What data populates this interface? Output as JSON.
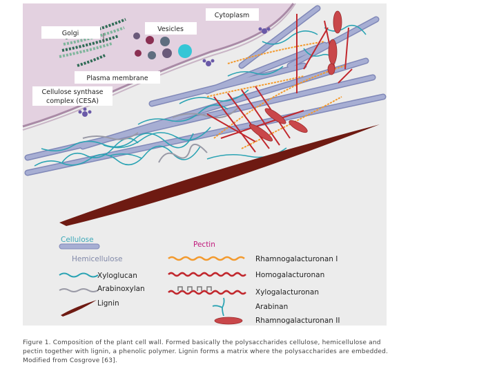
{
  "callouts": {
    "cytoplasm": "Cytoplasm",
    "golgi": "Golgi",
    "vesicles": "Vesicles",
    "plasma_membrane": "Plasma membrane",
    "cesa_line1": "Cellulose synthase",
    "cesa_line2": "complex (CESA)"
  },
  "legend": {
    "cellulose_heading": "Cellulose",
    "hemicellulose_heading": "Hemicellulose",
    "xyloglucan": "Xyloglucan",
    "arabinoxylan": "Arabinoxylan",
    "lignin": "Lignin",
    "pectin_heading": "Pectin",
    "rg1": "Rhamnogalacturonan I",
    "hg": "Homogalacturonan",
    "xga": "Xylogalacturonan",
    "arabinan": "Arabinan",
    "rg2": "Rhamnogalacturonan II"
  },
  "caption": "Figure 1. Composition of the plant cell wall. Formed basically the polysaccharides cellulose, hemicellulose and pectin together with lignin, a phenolic polymer. Lignin forms a matrix where the polysaccharides are embedded. Modified from Cosgrove [63].",
  "colors": {
    "cytoplasm": "#e3d1e0",
    "membrane": "#a98aa6",
    "cellulose": "#a7aed3",
    "cellulose_stroke": "#8088b8",
    "xyloglucan": "#2aa3b3",
    "arabinoxylan": "#9a9aa6",
    "lignin": "#6e1a12",
    "pectin_heading": "#c0177b",
    "rg1": "#f39a2e",
    "hg": "#c1272d",
    "rg2": "#c9474a",
    "cellulose_heading": "#3aa7b7"
  },
  "icons": [
    "golgi-stack",
    "vesicle",
    "cesa-complex",
    "lignin-band"
  ]
}
